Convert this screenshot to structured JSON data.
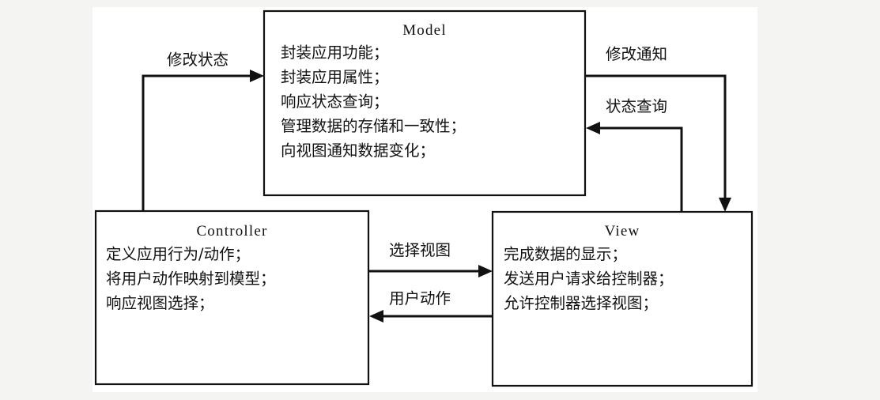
{
  "diagram": {
    "title_hidden": "MVC Architecture Diagram",
    "background_color": "#f4f4f2",
    "paper_color": "#ffffff",
    "line_color": "#111111",
    "boxes": {
      "model": {
        "title": "Model",
        "lines": [
          "封装应用功能；",
          "封装应用属性；",
          "响应状态查询；",
          "管理数据的存储和一致性；",
          "向视图通知数据变化；"
        ]
      },
      "controller": {
        "title": "Controller",
        "lines": [
          "定义应用行为/动作；",
          "将用户动作映射到模型；",
          "响应视图选择；"
        ]
      },
      "view": {
        "title": "View",
        "lines": [
          "完成数据的显示；",
          "发送用户请求给控制器；",
          "允许控制器选择视图；"
        ]
      }
    },
    "edges": {
      "controller_to_model": "修改状态",
      "model_to_view_notify": "修改通知",
      "view_to_model_query": "状态查询",
      "controller_to_view": "选择视图",
      "view_to_controller": "用户动作"
    }
  }
}
